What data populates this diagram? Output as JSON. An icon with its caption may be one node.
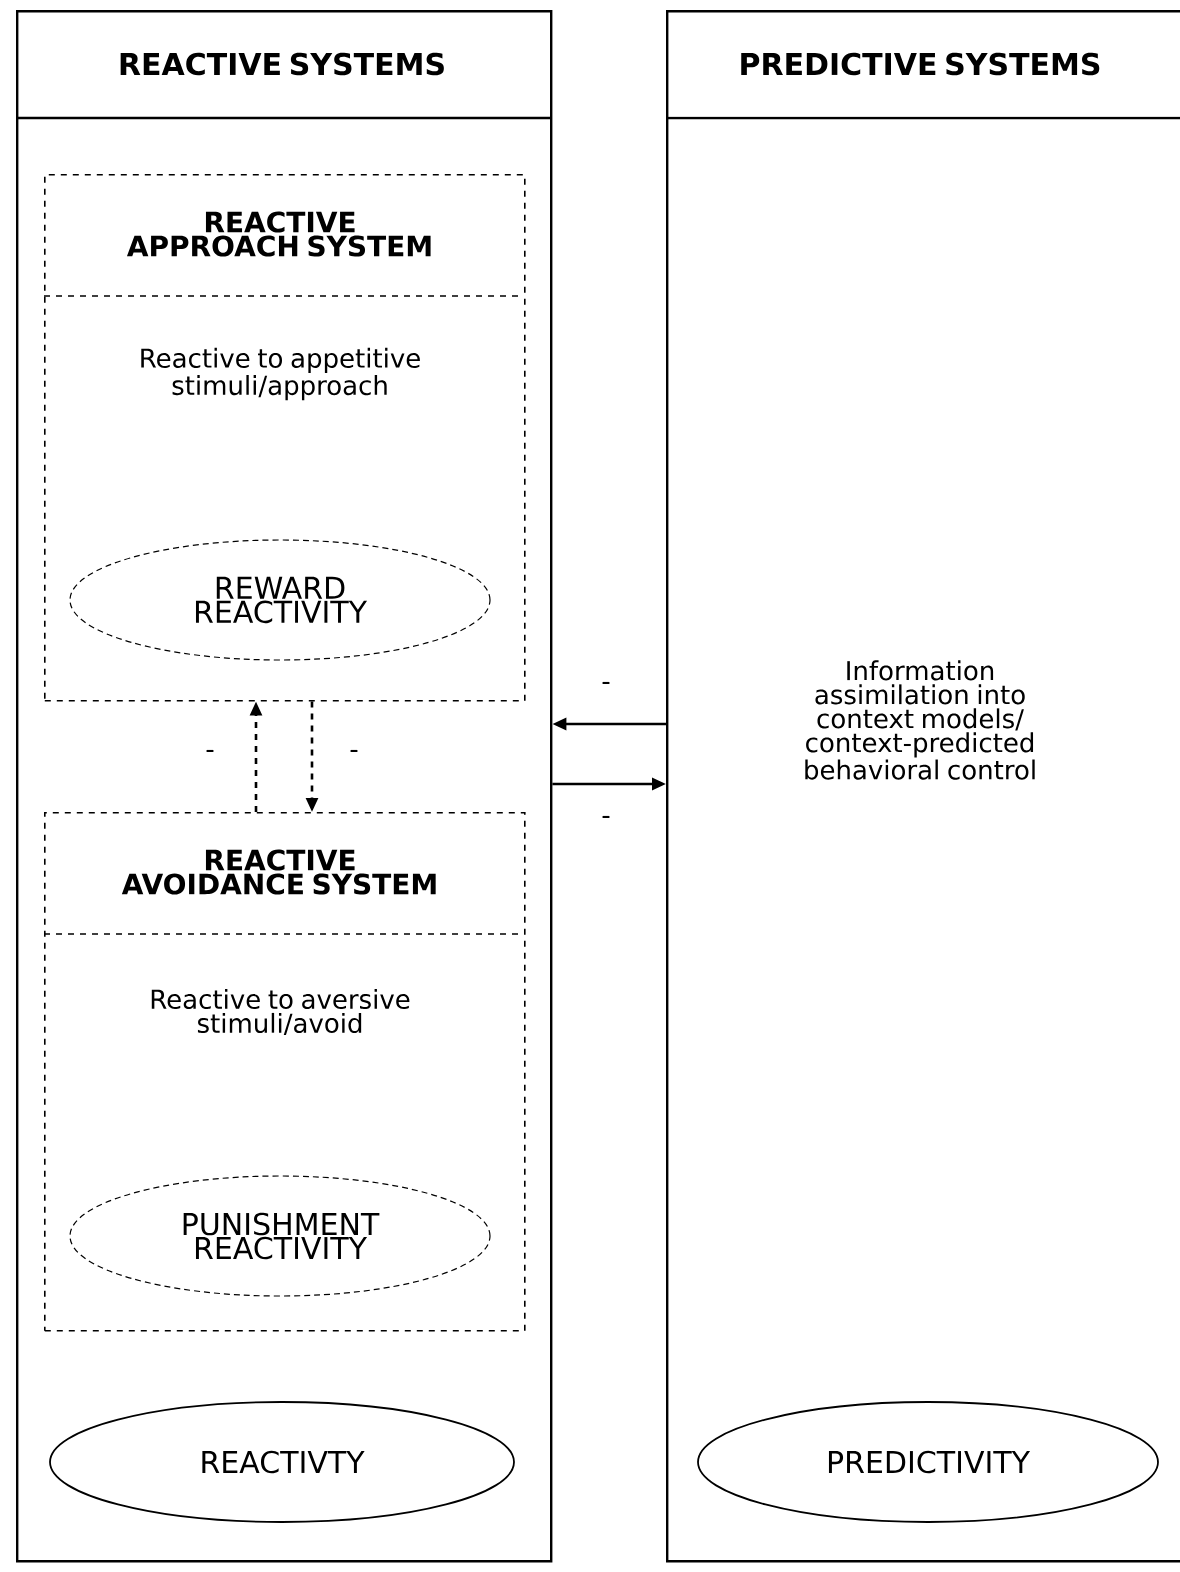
{
  "diagram": {
    "nodes": [
      {
        "text": [
          "REACTIVE SYSTEMS"
        ]
      },
      {
        "text": [
          "PREDICTIVE SYSTEMS",
          "Information assimilation into context models/ context-predicted behavioral control"
        ]
      },
      {
        "text": [
          "REACTIVE APPROACH SYSTEM",
          "Reactive to appetitive stimuli/approach"
        ],
        "in": 0
      },
      {
        "text": [
          "REWARD REACTIVITY"
        ],
        "in": 2
      },
      {
        "text": [
          "REACTIVE AVOIDANCE SYSTEM",
          "Reactive to aversive stimuli/avoid"
        ],
        "in": 0
      },
      {
        "text": [
          "PUNISHMENT REACTIVITY"
        ],
        "in": 4
      },
      {
        "text": [
          "REACTIVTY"
        ],
        "in": 0
      },
      {
        "text": [
          "PREDICTIVITY"
        ],
        "in": 1
      }
    ],
    "edges": [
      {
        "from": 4,
        "to": 2,
        "arrow": "to",
        "style": "dashed",
        "label": "-"
      },
      {
        "from": 2,
        "to": 4,
        "arrow": "to",
        "style": "dashed",
        "label": "-"
      },
      {
        "from": 1,
        "to": 0,
        "arrow": "to",
        "label": "-"
      },
      {
        "from": 0,
        "to": 1,
        "arrow": "to",
        "label": "-"
      }
    ]
  }
}
